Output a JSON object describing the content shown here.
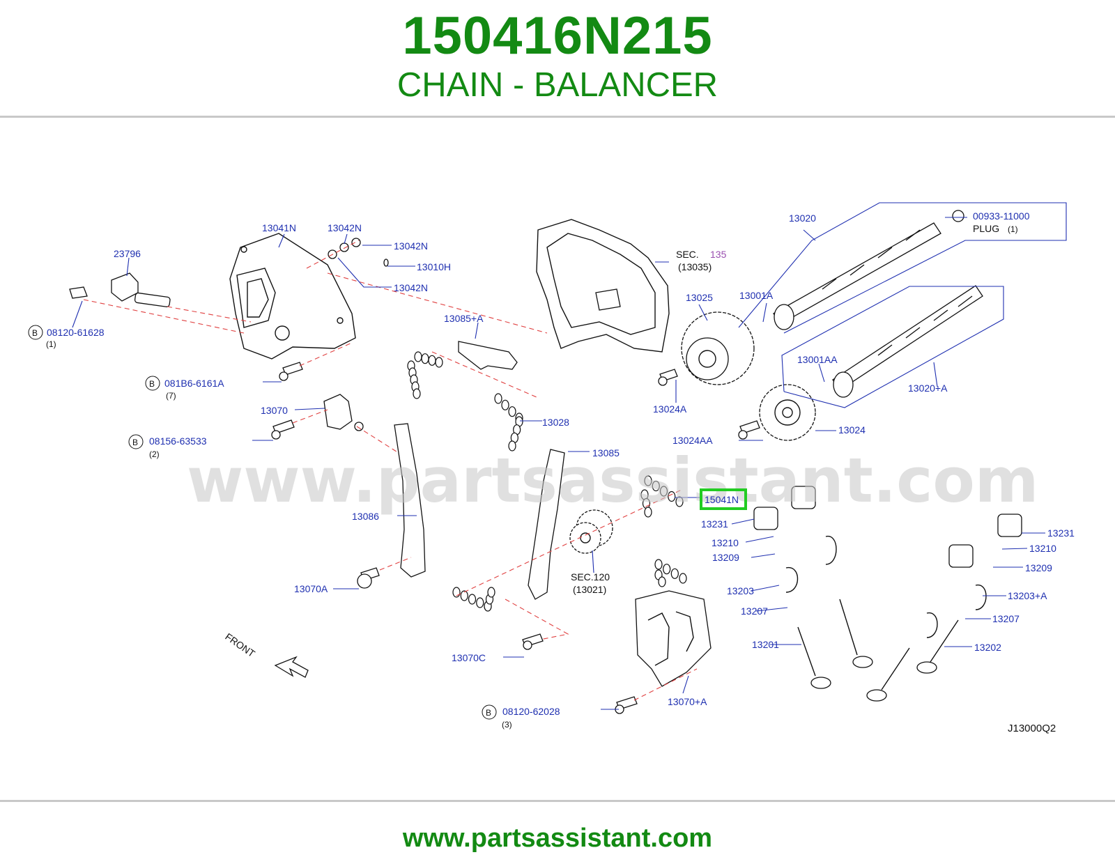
{
  "header": {
    "part_number": "150416N215",
    "part_name": "CHAIN - BALANCER"
  },
  "watermark": "www.partsassistant.com",
  "footer": {
    "url": "www.partsassistant.com"
  },
  "diagram_code": "J13000Q2",
  "front_label": "FRONT",
  "highlighted_part": "15041N",
  "callouts": {
    "c13041N": "13041N",
    "c13042N_a": "13042N",
    "c13042N_b": "13042N",
    "c13042N_c": "13042N",
    "c13010H": "13010H",
    "c23796": "23796",
    "c08120_61628": "08120-61628",
    "c081B6_6161A": "081B6-6161A",
    "c13070": "13070",
    "c08156_63533": "08156-63533",
    "c13085A": "13085+A",
    "c13028": "13028",
    "c13085": "13085",
    "c15041N": "15041N",
    "c13086": "13086",
    "c13070A": "13070A",
    "c13070C": "13070C",
    "c08120_62028": "08120-62028",
    "c13070plusA": "13070+A",
    "sec120": "SEC.120",
    "sec120_ref": "(13021)",
    "sec135_prefix": "SEC.",
    "sec135_num": "135",
    "sec135_ref": "(13035)",
    "c13020": "13020",
    "c00933_11000": "00933-11000",
    "plug": "PLUG",
    "c13001A": "13001A",
    "c13025": "13025",
    "c13024A": "13024A",
    "c13001AA": "13001AA",
    "c13020A": "13020+A",
    "c13024AA": "13024AA",
    "c13024": "13024",
    "c13231_a": "13231",
    "c13210_a": "13210",
    "c13209_a": "13209",
    "c13203": "13203",
    "c13207_a": "13207",
    "c13201": "13201",
    "c13231_b": "13231",
    "c13210_b": "13210",
    "c13209_b": "13209",
    "c13203A": "13203+A",
    "c13207_b": "13207",
    "c13202": "13202"
  },
  "quantities": {
    "q08120_61628": "(1)",
    "q081B6_6161A": "(7)",
    "q08156_63533": "(2)",
    "q08120_62028": "(3)",
    "qplug": "(1)"
  },
  "bolt_marker": "B",
  "colors": {
    "brand_green": "#138a13",
    "callout_blue": "#1e2fb0",
    "leader_red": "#e04040",
    "highlight_green": "#22cc22"
  }
}
